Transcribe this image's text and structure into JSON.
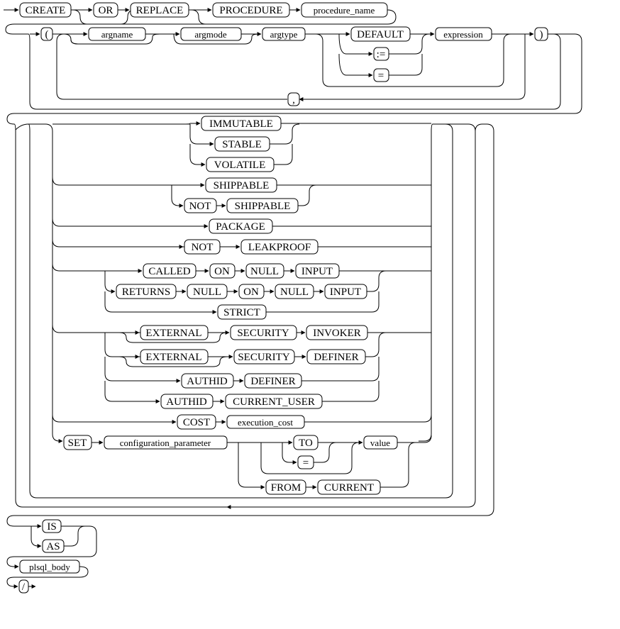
{
  "diagram": {
    "keywords": {
      "create": "CREATE",
      "or": "OR",
      "replace": "REPLACE",
      "procedure": "PROCEDURE",
      "lparen": "(",
      "default": "DEFAULT",
      "assign": ":=",
      "equals": "=",
      "comma": ",",
      "rparen": ")",
      "immutable": "IMMUTABLE",
      "stable": "STABLE",
      "volatile": "VOLATILE",
      "shippable_1": "SHIPPABLE",
      "not_1": "NOT",
      "shippable_2": "SHIPPABLE",
      "package": "PACKAGE",
      "not_2": "NOT",
      "leakproof": "LEAKPROOF",
      "called": "CALLED",
      "on_1": "ON",
      "null_1": "NULL",
      "input_1": "INPUT",
      "returns": "RETURNS",
      "null_2": "NULL",
      "on_2": "ON",
      "null_3": "NULL",
      "input_2": "INPUT",
      "strict": "STRICT",
      "external_1": "EXTERNAL",
      "security_1": "SECURITY",
      "invoker": "INVOKER",
      "external_2": "EXTERNAL",
      "security_2": "SECURITY",
      "definer_1": "DEFINER",
      "authid_1": "AUTHID",
      "definer_2": "DEFINER",
      "authid_2": "AUTHID",
      "current_user": "CURRENT_USER",
      "cost": "COST",
      "set": "SET",
      "to": "TO",
      "equals_2": "=",
      "from": "FROM",
      "current": "CURRENT",
      "is": "IS",
      "as": "AS",
      "slash": "/"
    },
    "identifiers": {
      "procedure_name": "procedure_name",
      "argname": "argname",
      "argmode": "argmode",
      "argtype": "argtype",
      "expression": "expression",
      "execution_cost": "execution_cost",
      "configuration_parameter": "configuration_parameter",
      "value": "value",
      "plsql_body": "plsql_body"
    }
  }
}
